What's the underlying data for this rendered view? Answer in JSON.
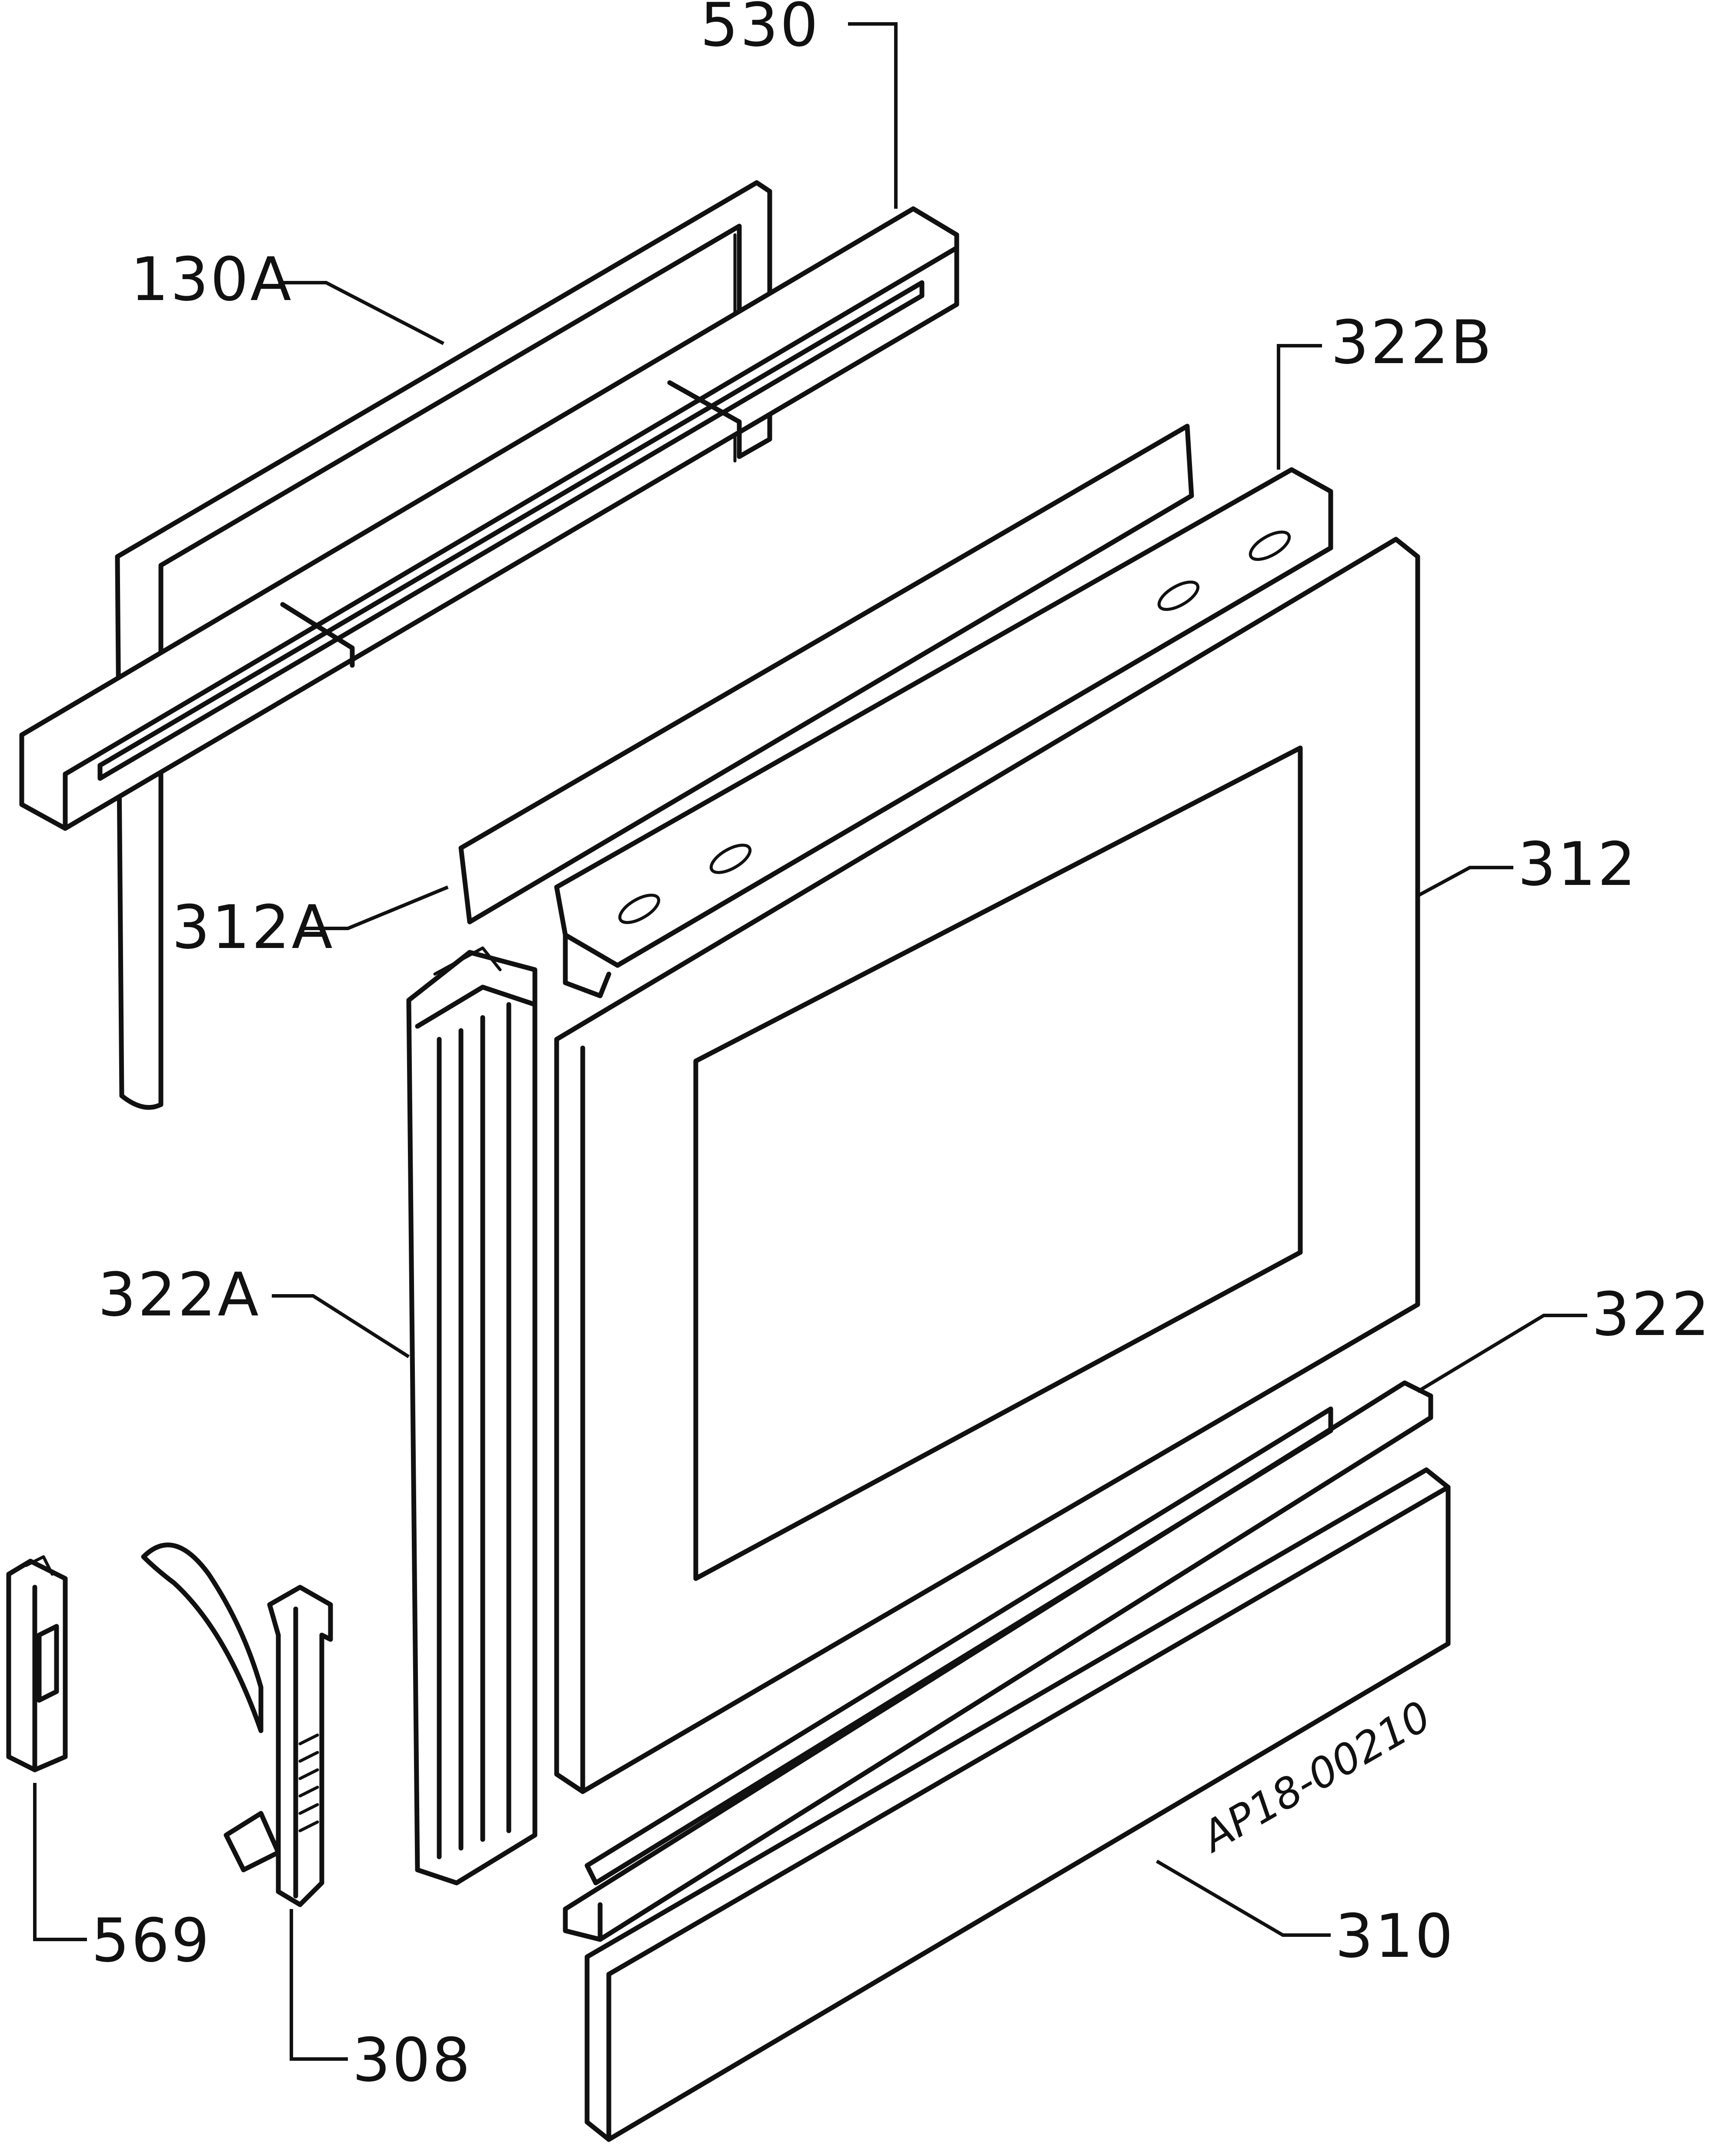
{
  "labels": {
    "l530": "530",
    "l130a": "130A",
    "l322b": "322B",
    "l312": "312",
    "l312a": "312A",
    "l322a": "322A",
    "l322": "322",
    "l569": "569",
    "l310": "310",
    "l308": "308"
  },
  "drawing_code": "AP18-00210"
}
